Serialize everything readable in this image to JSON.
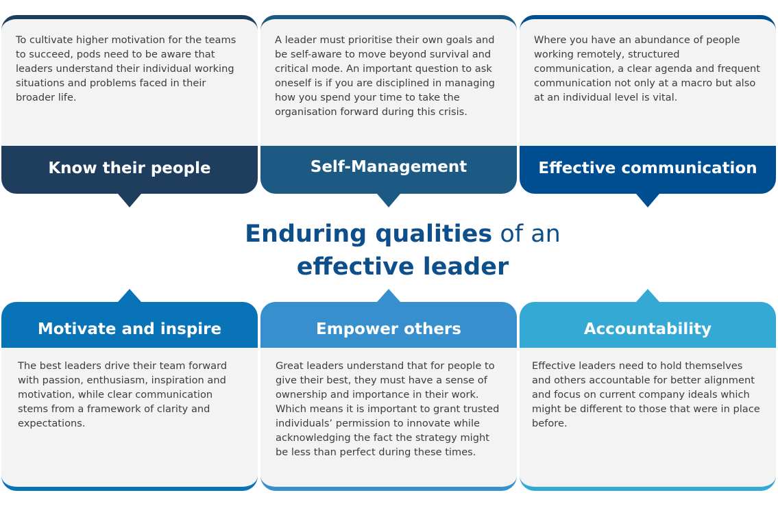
{
  "colors": {
    "c1": "#1f3e5e",
    "c2": "#1d5a83",
    "c3": "#004e92",
    "c4": "#0873b6",
    "c5": "#378fcd",
    "c6": "#34a9d4"
  },
  "title": {
    "bold1": "Enduring qualities",
    "light": " of an",
    "bold2": "effective leader"
  },
  "cards": [
    {
      "heading": "Know their people",
      "text": "To cultivate higher motivation for the teams to succeed, pods need to be aware that leaders understand their individual working situations and problems faced in their broader life."
    },
    {
      "heading": "Self-Management",
      "text": "A leader must prioritise their own goals and be self-aware to move beyond survival and critical mode. An important question to ask oneself is if you are disciplined in managing how you spend your time to take the organisation forward during this crisis."
    },
    {
      "heading": "Effective communication",
      "text": "Where you have an abundance of people working remotely, structured communication, a clear agenda and frequent communication not only at a macro but also at an individual level is vital."
    },
    {
      "heading": "Motivate and inspire",
      "text": "The best leaders drive their team forward with passion, enthusiasm, inspiration and motivation, while clear communication stems from a framework of clarity and expectations."
    },
    {
      "heading": "Empower others",
      "text": "Great leaders understand that for people to give their best, they must have a sense of ownership and importance in their work. Which means it is important to grant trusted individuals’ permission to innovate while acknowledging the fact the strategy might be less than perfect during these times."
    },
    {
      "heading": "Accountability",
      "text": "Effective leaders need to hold themselves and others accountable for better alignment and focus on current company ideals which might be different to those that were in place before."
    }
  ]
}
